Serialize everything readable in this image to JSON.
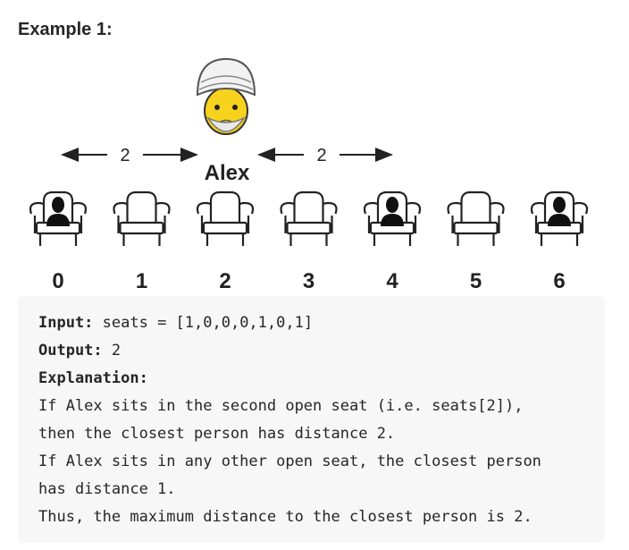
{
  "heading": "Example 1:",
  "figure": {
    "person_name": "Alex",
    "distance_left": "2",
    "distance_right": "2",
    "seats": [
      {
        "label": "0",
        "occupied": true
      },
      {
        "label": "1",
        "occupied": false
      },
      {
        "label": "2",
        "occupied": false
      },
      {
        "label": "3",
        "occupied": false
      },
      {
        "label": "4",
        "occupied": true
      },
      {
        "label": "5",
        "occupied": false
      },
      {
        "label": "6",
        "occupied": true
      }
    ]
  },
  "example": {
    "input_label": "Input:",
    "input_value": "seats = [1,0,0,0,1,0,1]",
    "output_label": "Output:",
    "output_value": "2",
    "explanation_label": "Explanation:",
    "explanation_lines": [
      "If Alex sits in the second open seat (i.e. seats[2]),",
      "then the closest person has distance 2.",
      "If Alex sits in any other open seat, the closest person",
      "has distance 1.",
      "Thus, the maximum distance to the closest person is 2."
    ]
  }
}
